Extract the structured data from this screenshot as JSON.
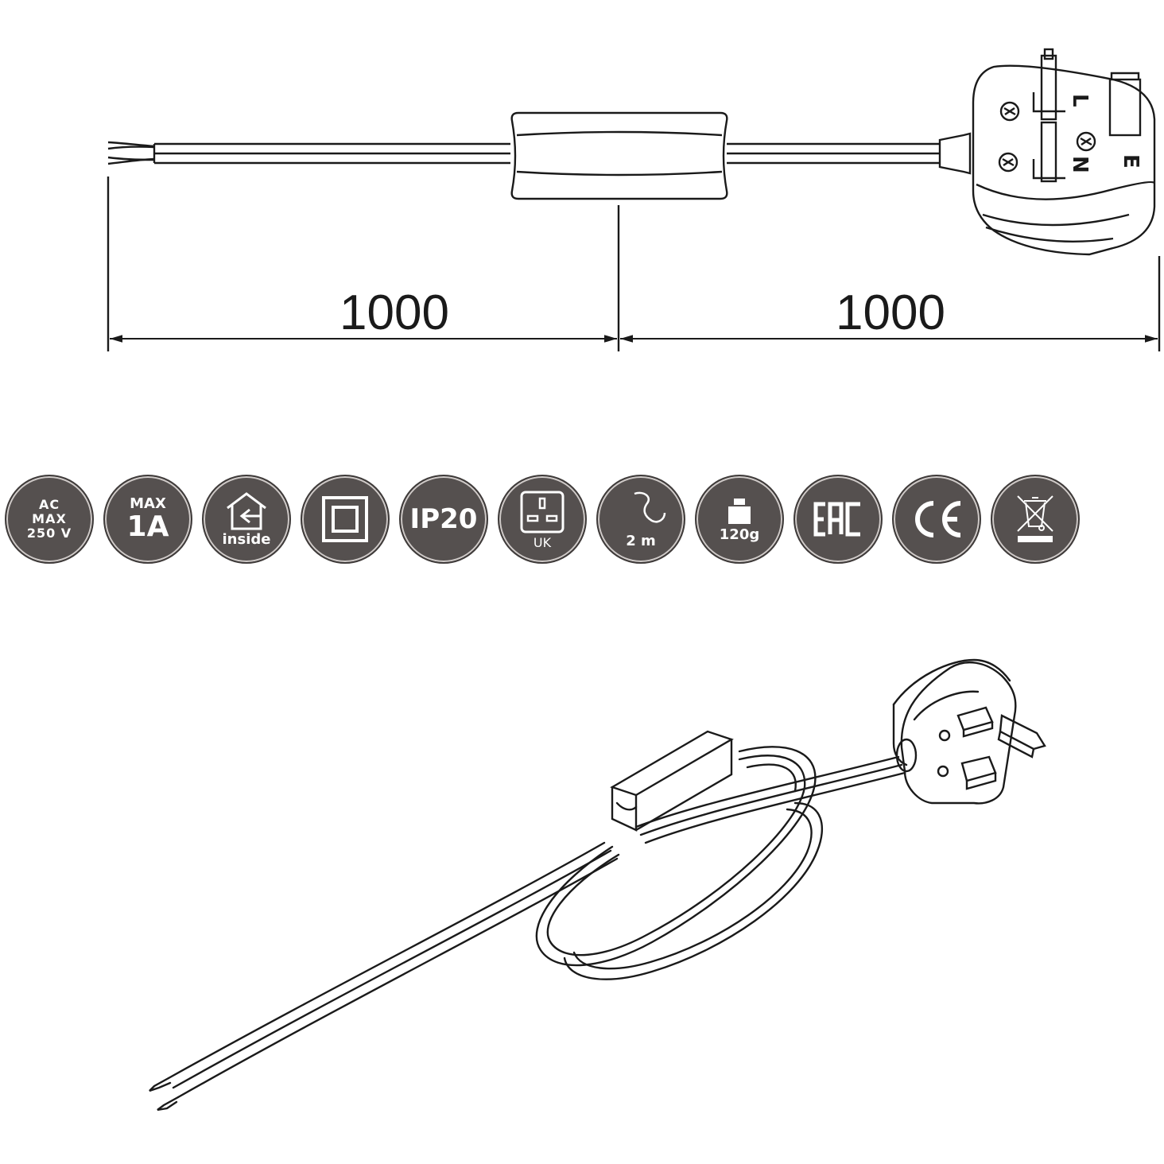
{
  "dimensions": {
    "left_length": "1000",
    "right_length": "1000"
  },
  "plug_markings": {
    "live": "L",
    "neutral": "N",
    "earth": "E"
  },
  "badges": [
    {
      "id": "voltage",
      "lines": [
        "AC",
        "MAX",
        "250 V"
      ]
    },
    {
      "id": "current",
      "top": "MAX",
      "main": "1A"
    },
    {
      "id": "indoor",
      "label": "inside",
      "icon": "house-arrow-icon"
    },
    {
      "id": "class2",
      "icon": "double-square-icon"
    },
    {
      "id": "ip",
      "main": "IP20"
    },
    {
      "id": "uk-socket",
      "label": "UK",
      "icon": "uk-socket-icon"
    },
    {
      "id": "length",
      "label": "2 m",
      "icon": "cable-icon"
    },
    {
      "id": "weight",
      "label": "120g",
      "icon": "weight-icon"
    },
    {
      "id": "eac",
      "main": "EAC",
      "icon": "eac-mark-icon"
    },
    {
      "id": "ce",
      "main": "CE",
      "icon": "ce-mark-icon"
    },
    {
      "id": "weee",
      "icon": "crossed-bin-icon"
    }
  ],
  "colors": {
    "line": "#1a1a1a",
    "badge_bg": "#55504f",
    "badge_ring": "#cfcac8",
    "badge_fg": "#ffffff"
  }
}
